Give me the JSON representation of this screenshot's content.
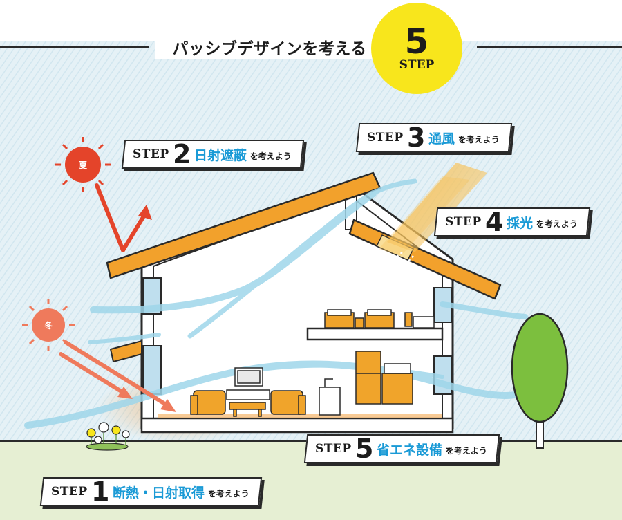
{
  "title": {
    "text": "パッシブデザインを考える",
    "badge_number": "5",
    "badge_label": "STEP"
  },
  "suns": {
    "summer": "夏",
    "winter": "冬"
  },
  "steps": [
    {
      "word": "STEP",
      "number": "2",
      "topic": "日射遮蔽",
      "suffix": "を考えよう"
    },
    {
      "word": "STEP",
      "number": "3",
      "topic": "通風",
      "suffix": "を考えよう"
    },
    {
      "word": "STEP",
      "number": "4",
      "topic": "採光",
      "suffix": "を考えよう"
    },
    {
      "word": "STEP",
      "number": "5",
      "topic": "省エネ設備",
      "suffix": "を考えよう"
    },
    {
      "word": "STEP",
      "number": "1",
      "topic": "断熱・日射取得",
      "suffix": "を考えよう"
    }
  ],
  "colors": {
    "sky": "#dcedf4",
    "ground": "#e6efd3",
    "roof": "#f2a12c",
    "wall": "#ffffff",
    "outline": "#2a2a2a",
    "wind": "#9fd6ea",
    "summer_sun": "#e4442a",
    "winter_sun": "#ef7a5c",
    "light_beam": "#f7c35d",
    "tree": "#7cbf3e",
    "furniture": "#f0a42b",
    "badge_yellow": "#f8e61c",
    "step_topic_blue": "#1a9ad6"
  }
}
